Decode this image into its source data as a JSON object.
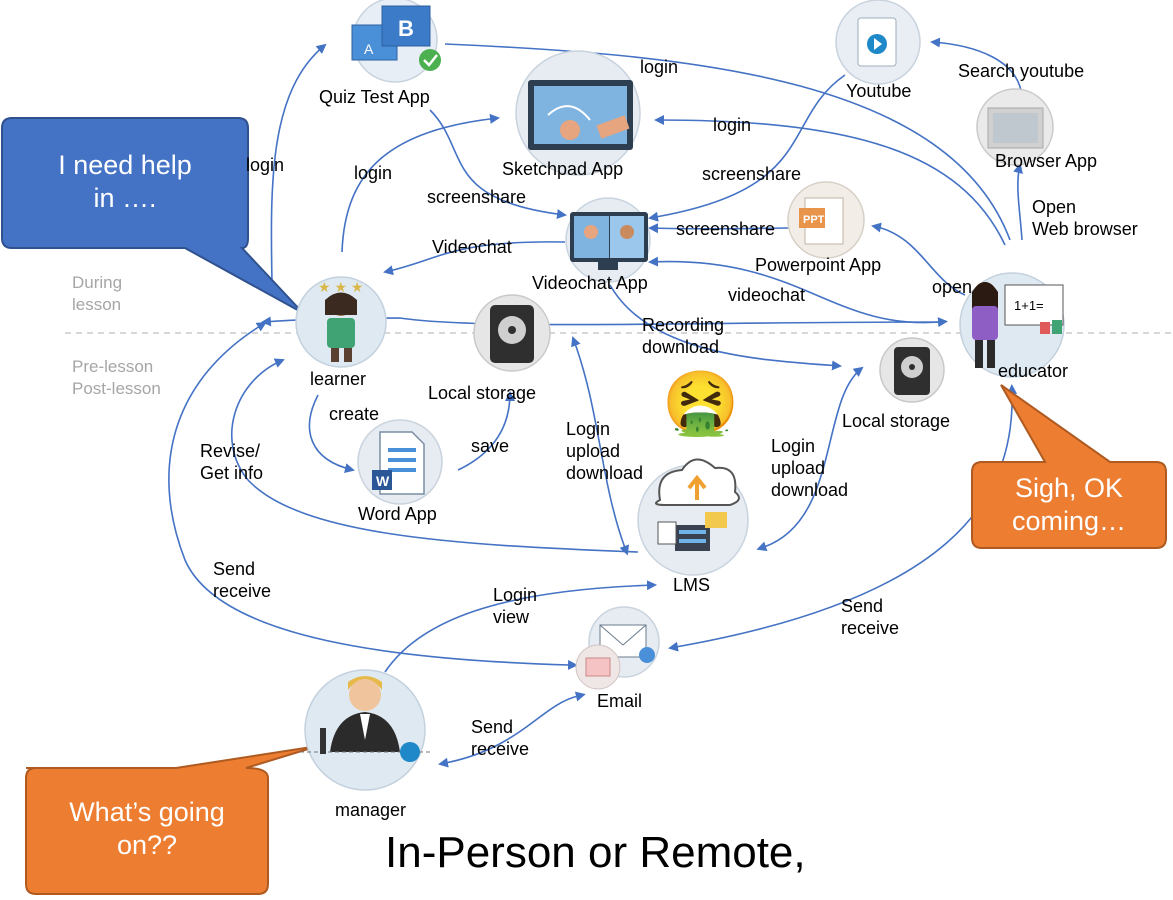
{
  "zones": {
    "upper": "During\nlesson",
    "lower": "Pre-lesson\nPost-lesson"
  },
  "nodes": {
    "quiz": "Quiz Test App",
    "sketchpad": "Sketchpad App",
    "youtube": "Youtube",
    "browser": "Browser App",
    "videochat": "Videochat App",
    "powerpoint": "Powerpoint App",
    "learner": "learner",
    "educator": "educator",
    "local_storage_left": "Local storage",
    "local_storage_right": "Local storage",
    "word": "Word App",
    "lms": "LMS",
    "email": "Email",
    "manager": "manager"
  },
  "edges": {
    "login_quiz_left": "login",
    "login_sketch_left": "login",
    "login_quiz_right": "login",
    "login_sketch_right": "login",
    "search_youtube": "Search youtube",
    "screenshare_sketch": "screenshare",
    "screenshare_youtube": "screenshare",
    "screenshare_ppt": "screenshare",
    "open_browser": "Open\nWeb browser",
    "videochat_left": "Videochat",
    "videochat_right": "videochat",
    "open_ppt": "open",
    "recording": "Recording\ndownload",
    "create": "create",
    "save": "save",
    "revise": "Revise/\nGet info",
    "lms_left": "Login\nupload\ndownload",
    "lms_right": "Login\nupload\ndownload",
    "send_receive_left": "Send\nreceive",
    "login_view": "Login\nview",
    "send_receive_right": "Send\nreceive",
    "send_receive_manager": "Send\nreceive"
  },
  "callouts": {
    "learner": "I need help\nin ….",
    "educator": "Sigh, OK\ncoming…",
    "manager": "What’s going\non??"
  },
  "title": "In-Person or Remote,",
  "colors": {
    "arrow": "#4472c4",
    "callout_blue": "#4472c4",
    "callout_orange": "#ed7d31"
  },
  "emoji": "🤮"
}
